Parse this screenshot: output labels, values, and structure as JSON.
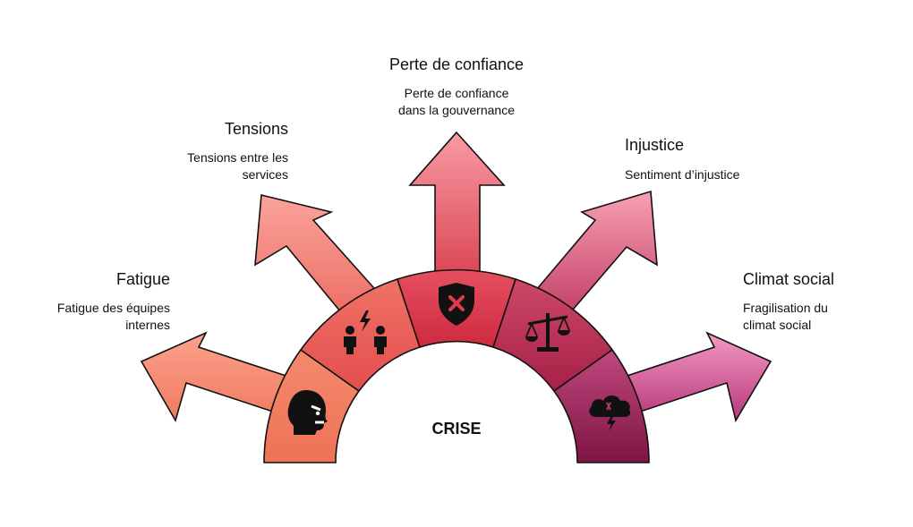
{
  "center": {
    "label": "CRISE"
  },
  "branches": [
    {
      "id": "fatigue",
      "title": "Fatigue",
      "description_lines": [
        "Fatigue des équipes",
        "internes"
      ],
      "icon": "angry-face-icon",
      "color": "#ef7a5e"
    },
    {
      "id": "tensions",
      "title": "Tensions",
      "description_lines": [
        "Tensions entre les",
        "services"
      ],
      "icon": "people-conflict-icon",
      "color": "#e9585a"
    },
    {
      "id": "confiance",
      "title": "Perte de confiance",
      "description_lines": [
        "Perte de confiance",
        "dans la gouvernance"
      ],
      "icon": "shield-x-icon",
      "color": "#d9354a"
    },
    {
      "id": "injustice",
      "title": "Injustice",
      "description_lines": [
        "Sentiment d’injustice"
      ],
      "icon": "scales-icon",
      "color": "#b72a55"
    },
    {
      "id": "climat",
      "title": "Climat social",
      "description_lines": [
        "Fragilisation du",
        "climat social"
      ],
      "icon": "storm-cloud-icon",
      "color": "#8e1d4d"
    }
  ]
}
